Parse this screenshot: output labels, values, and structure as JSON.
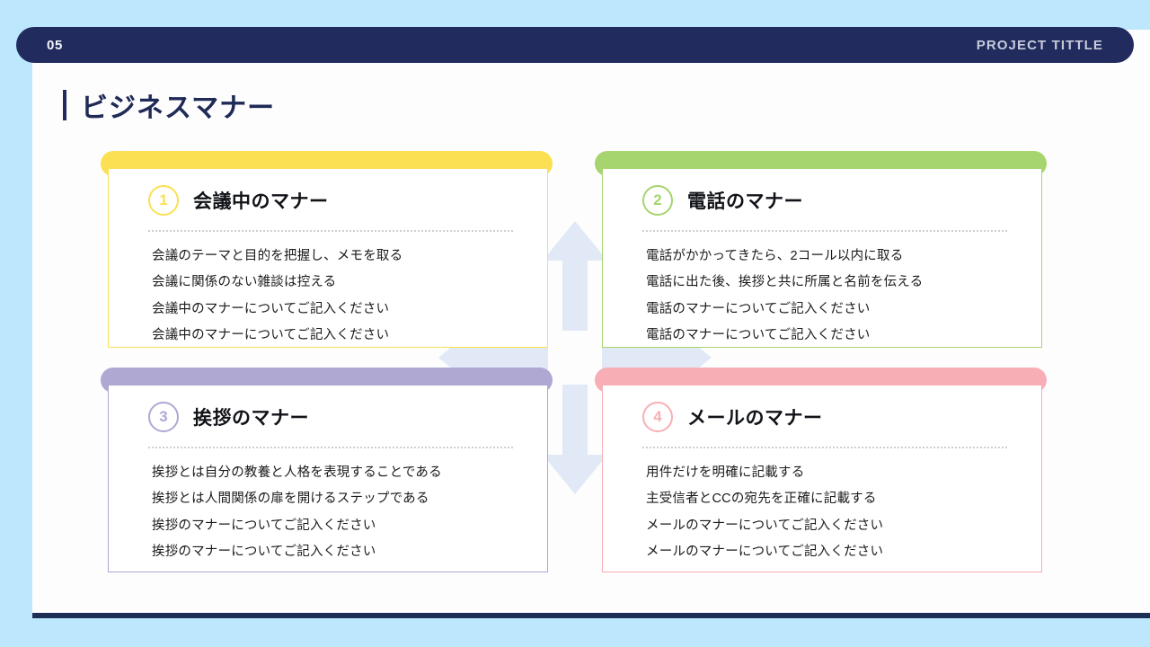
{
  "header": {
    "slide_number": "05",
    "project_title": "PROJECT TITTLE",
    "bar_color": "#212B5E"
  },
  "page": {
    "title": "ビジネスマナー",
    "background_color": "#BCE7FD",
    "panel_color": "#FDFDFE",
    "accent_color": "#212B5E"
  },
  "decoration": {
    "name": "four-way-cycle-arrows",
    "color": "#DDE6F5"
  },
  "cards": [
    {
      "number": "1",
      "title": "会議中のマナー",
      "color": "#FBE053",
      "lines": [
        "会議のテーマと目的を把握し、メモを取る",
        "会議に関係のない雑談は控える",
        "会議中のマナーについてご記入ください",
        "会議中のマナーについてご記入ください"
      ]
    },
    {
      "number": "2",
      "title": "電話のマナー",
      "color": "#A6D46E",
      "lines": [
        "電話がかかってきたら、2コール以内に取る",
        "電話に出た後、挨拶と共に所属と名前を伝える",
        "電話のマナーについてご記入ください",
        "電話のマナーについてご記入ください"
      ]
    },
    {
      "number": "3",
      "title": "挨拶のマナー",
      "color": "#AEA8D3",
      "lines": [
        "挨拶とは自分の教養と人格を表現することである",
        "挨拶とは人間関係の扉を開けるステップである",
        "挨拶のマナーについてご記入ください",
        "挨拶のマナーについてご記入ください"
      ]
    },
    {
      "number": "4",
      "title": "メールのマナー",
      "color": "#F7AFB5",
      "lines": [
        "用件だけを明確に記載する",
        "主受信者とCCの宛先を正確に記載する",
        "メールのマナーについてご記入ください",
        "メールのマナーについてご記入ください"
      ]
    }
  ]
}
